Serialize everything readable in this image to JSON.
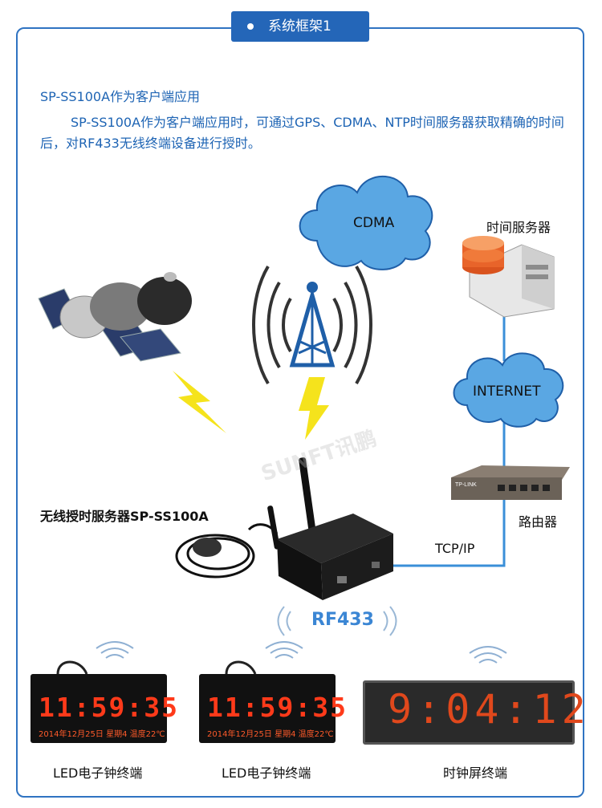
{
  "header": {
    "title": "系统框架1"
  },
  "intro": {
    "subtitle": "SP-SS100A作为客户端应用",
    "description": "SP-SS100A作为客户端应用时，可通过GPS、CDMA、NTP时间服务器获取精确的时间后，对RF433无线终端设备进行授时。"
  },
  "nodes": {
    "cdma": "CDMA",
    "internet": "INTERNET",
    "time_server": "时间服务器",
    "router": "路由器",
    "tcpip": "TCP/IP",
    "device": "无线授时服务器SP-SS100A",
    "rf": "RF433",
    "watermark": "SUNFT讯鹏"
  },
  "terminals": [
    {
      "label": "LED电子钟终端",
      "time": "11:59:35",
      "info": "2014年12月25日 星期4 温度22℃"
    },
    {
      "label": "LED电子钟终端",
      "time": "11:59:35",
      "info": "2014年12月25日 星期4 温度22℃"
    },
    {
      "label": "时钟屏终端",
      "time": "9:04:12"
    }
  ]
}
